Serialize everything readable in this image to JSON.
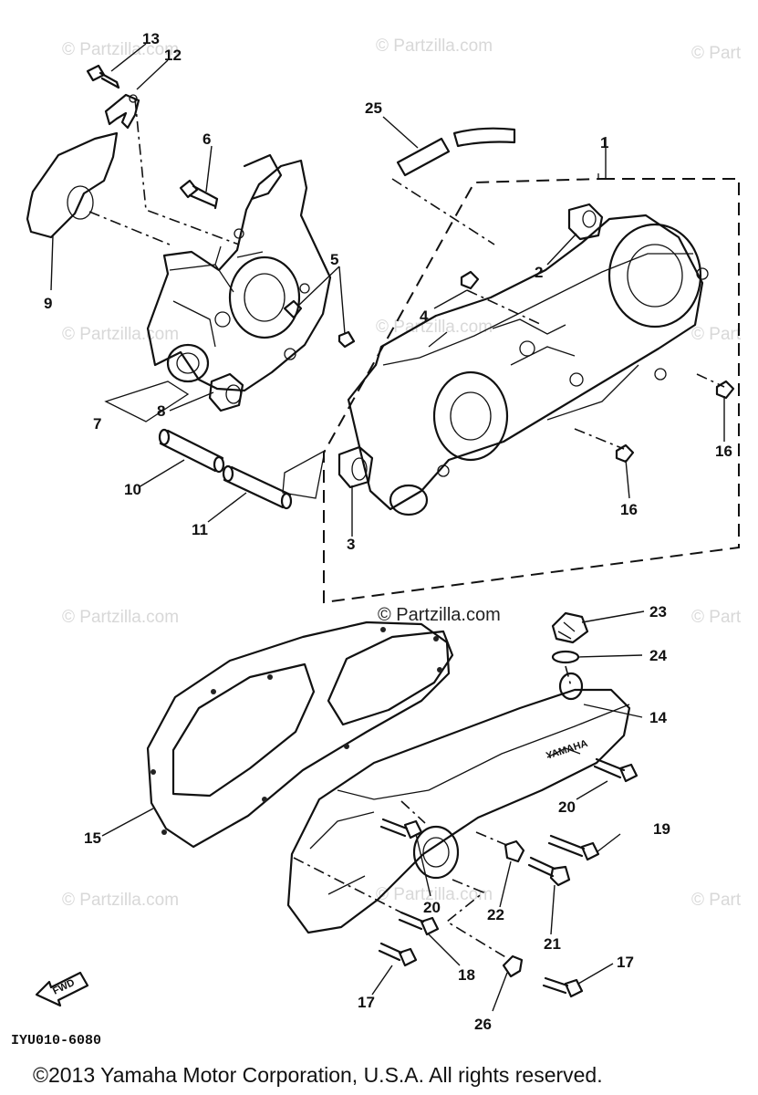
{
  "diagram": {
    "callouts": {
      "c1": "1",
      "c2": "2",
      "c3": "3",
      "c4": "4",
      "c5": "5",
      "c6": "6",
      "c7": "7",
      "c8": "8",
      "c9": "9",
      "c10": "10",
      "c11": "11",
      "c12": "12",
      "c13": "13",
      "c14": "14",
      "c15": "15",
      "c16a": "16",
      "c16b": "16",
      "c17a": "17",
      "c17b": "17",
      "c18": "18",
      "c19": "19",
      "c20a": "20",
      "c20b": "20",
      "c21": "21",
      "c22": "22",
      "c23": "23",
      "c24": "24",
      "c25": "25",
      "c26": "26"
    },
    "drawing_code": "IYU010-6080",
    "fwd_label": "FWD"
  },
  "watermarks": {
    "tiled": "© Partzilla.com",
    "tiled_cut": "© Part",
    "main": "© Partzilla.com"
  },
  "copyright": "©2013 Yamaha Motor Corporation, U.S.A. All rights reserved."
}
